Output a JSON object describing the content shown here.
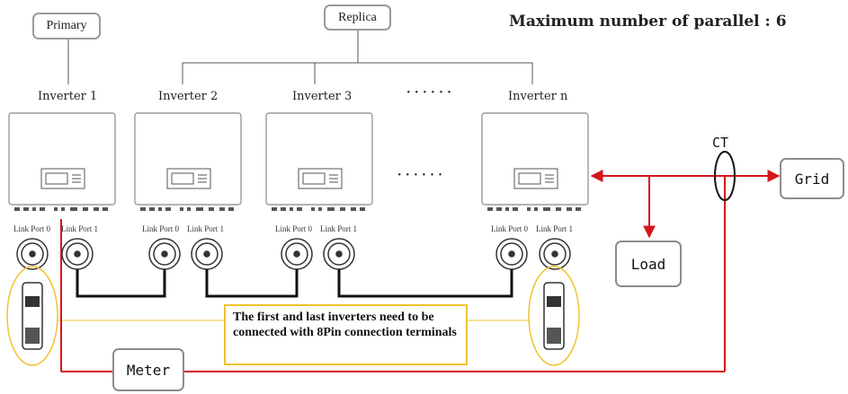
{
  "title": "Maximum number of parallel : 6",
  "roles": {
    "primary": "Primary",
    "replica": "Replica"
  },
  "inverters": [
    {
      "name": "Inverter 1",
      "port0": "Link Port 0",
      "port1": "Link Port 1"
    },
    {
      "name": "Inverter 2",
      "port0": "Link Port 0",
      "port1": "Link Port 1"
    },
    {
      "name": "Inverter 3",
      "port0": "Link Port 0",
      "port1": "Link Port 1"
    },
    {
      "name": "Inverter n",
      "port0": "Link Port 0",
      "port1": "Link Port 1"
    }
  ],
  "ellipsis": "· · · · · ·",
  "components": {
    "ct": "CT",
    "grid": "Grid",
    "load": "Load",
    "meter": "Meter"
  },
  "note": "The first and last inverters need to be connected with 8Pin connection terminals",
  "colors": {
    "power_line": "#d4161b",
    "link_cable": "#111111",
    "note_border": "#f2c230",
    "terminal_ring": "#f2c230"
  }
}
